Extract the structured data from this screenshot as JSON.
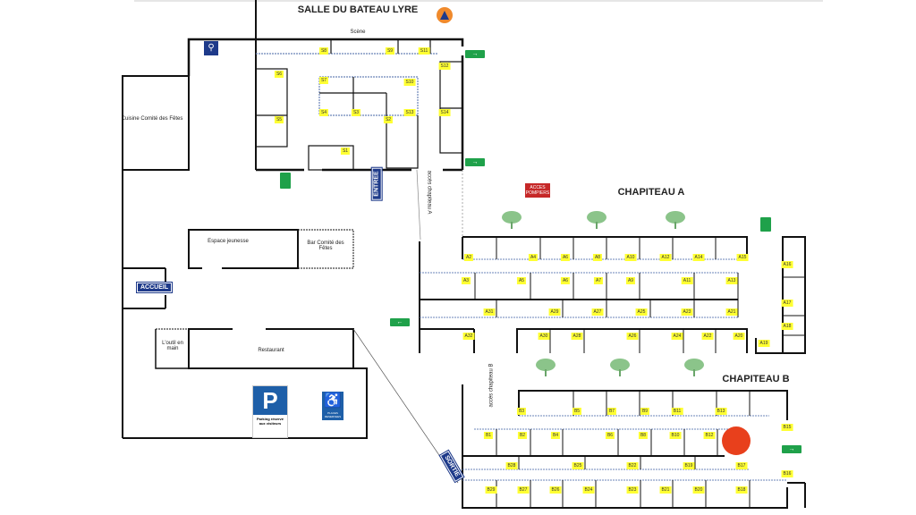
{
  "title": "SALLE DU BATEAU LYRE",
  "stage": "Scène",
  "rooms": {
    "kitchen": "Cuisine Comité des Fêtes",
    "youth": "Espace jeunesse",
    "bar": "Bar Comité des Fêtes",
    "tool": "L'outil en main",
    "restaurant": "Restaurant"
  },
  "signs": {
    "accueil": "ACCUEIL",
    "entree": "ENTREE",
    "sortie": "SORTIE",
    "pompiers": "ACCES POMPIERS",
    "parking": "Parking réservé aux visiteurs",
    "disabled": "PLACES RESERVEES",
    "p": "P",
    "exit_arrow": "→",
    "exit_arrow_left": "←"
  },
  "zones": {
    "chapiteau_a": "CHAPITEAU A",
    "chapiteau_b": "CHAPITEAU B",
    "acces_a": "accès chapiteau A",
    "acces_b": "accès chapiteau B"
  },
  "stalls": {
    "salle": [
      "S8",
      "S9",
      "S11",
      "S12",
      "S6",
      "S7",
      "S10",
      "S4",
      "S3",
      "S13",
      "S14",
      "S2",
      "S5",
      "S1"
    ],
    "a": [
      "A2",
      "A4",
      "A6",
      "A8",
      "A10",
      "A12",
      "A14",
      "A15",
      "A3",
      "A5",
      "A6",
      "A7",
      "A9",
      "A11",
      "A13",
      "A31",
      "A29",
      "A27",
      "A25",
      "A23",
      "A21",
      "A32",
      "A30",
      "A28",
      "A26",
      "A24",
      "A22",
      "A20",
      "A19",
      "A16",
      "A17",
      "A18"
    ],
    "b": [
      "B3",
      "B5",
      "B7",
      "B9",
      "B11",
      "B13",
      "B15",
      "B1",
      "B2",
      "B4",
      "B6",
      "B8",
      "B10",
      "B12",
      "B28",
      "B25",
      "B22",
      "B19",
      "B17",
      "B16",
      "B29",
      "B27",
      "B26",
      "B24",
      "B23",
      "B21",
      "B20",
      "B18"
    ]
  },
  "colors": {
    "wall": "#111111",
    "stall": "#ffff33",
    "exit": "#1fa14a",
    "sign": "#1e3a8a",
    "pompiers": "#c62828",
    "marker": "#e8401c",
    "tree": "#8bc48a"
  }
}
